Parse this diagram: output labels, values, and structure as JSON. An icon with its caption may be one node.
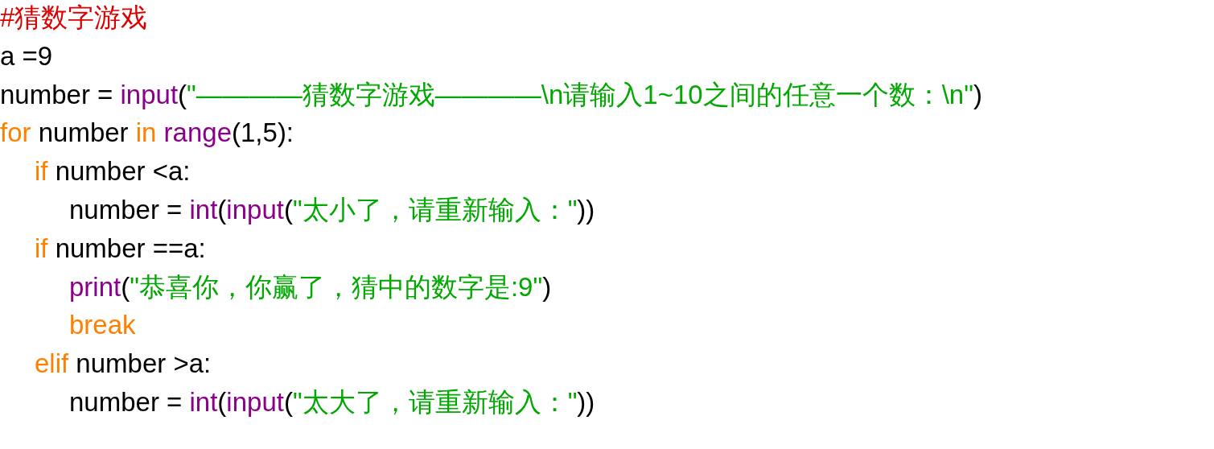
{
  "diagram": {
    "labels": [
      "#猜数字游戏",
      "a =9",
      "number = input(\"————猜数字游戏————\\n请输入1~10之间的任意一个数：\\n\")",
      "for number in range(1,5):",
      "if number <a:",
      "number = int(input(\"太小了，请重新输入：\"))",
      "if number ==a:",
      "print(\"恭喜你，你赢了，猜中的数字是:9\")",
      "break",
      "elif number >a:",
      "number = int(input(\"太大了，请重新输入：\"))"
    ]
  }
}
